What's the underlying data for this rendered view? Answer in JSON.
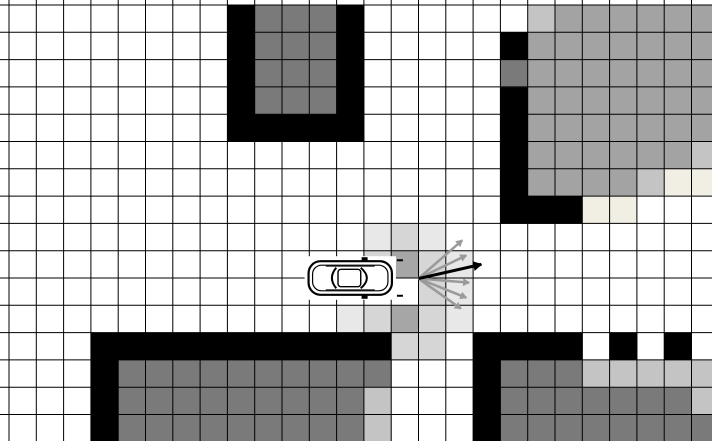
{
  "colors": {
    "free": "#ffffff",
    "wall": "#000000",
    "dark": "#7a7a7a",
    "mid": "#a3a3a3",
    "light": "#c4c4c4",
    "sensor_light": "#e8e8e8",
    "sensor_mid": "#d6d6d6",
    "sensor_dark": "#a6a6a6",
    "cream": "#f1eee3",
    "grid_line": "#000000",
    "car_body": "#ffffff",
    "car_outline": "#000000",
    "arrow_best": "#000000",
    "arrow_candidate": "#9a9a9a"
  },
  "grid": {
    "columns": 26,
    "rows": 16
  },
  "cell_groups": [
    {
      "color_key": "wall",
      "cells": [
        [
          8,
          0
        ],
        [
          8,
          1
        ],
        [
          8,
          2
        ],
        [
          8,
          3
        ],
        [
          8,
          4
        ],
        [
          9,
          4
        ],
        [
          10,
          4
        ],
        [
          11,
          4
        ],
        [
          12,
          4
        ],
        [
          12,
          0
        ],
        [
          12,
          1
        ],
        [
          12,
          2
        ],
        [
          12,
          3
        ],
        [
          18,
          1
        ],
        [
          18,
          3
        ],
        [
          18,
          4
        ],
        [
          18,
          5
        ],
        [
          18,
          6
        ],
        [
          18,
          7
        ],
        [
          19,
          7
        ],
        [
          20,
          7
        ],
        [
          3,
          12
        ],
        [
          4,
          12
        ],
        [
          5,
          12
        ],
        [
          6,
          12
        ],
        [
          7,
          12
        ],
        [
          8,
          12
        ],
        [
          9,
          12
        ],
        [
          10,
          12
        ],
        [
          11,
          12
        ],
        [
          12,
          12
        ],
        [
          13,
          12
        ],
        [
          3,
          13
        ],
        [
          3,
          14
        ],
        [
          3,
          15
        ],
        [
          17,
          12
        ],
        [
          18,
          12
        ],
        [
          19,
          12
        ],
        [
          20,
          12
        ],
        [
          17,
          13
        ],
        [
          17,
          14
        ],
        [
          17,
          15
        ],
        [
          22,
          12
        ],
        [
          24,
          12
        ]
      ]
    },
    {
      "color_key": "dark",
      "cells": [
        [
          9,
          0
        ],
        [
          10,
          0
        ],
        [
          11,
          0
        ],
        [
          9,
          1
        ],
        [
          10,
          1
        ],
        [
          11,
          1
        ],
        [
          9,
          2
        ],
        [
          10,
          2
        ],
        [
          11,
          2
        ],
        [
          9,
          3
        ],
        [
          10,
          3
        ],
        [
          11,
          3
        ],
        [
          18,
          2
        ],
        [
          4,
          13
        ],
        [
          5,
          13
        ],
        [
          6,
          13
        ],
        [
          7,
          13
        ],
        [
          8,
          13
        ],
        [
          9,
          13
        ],
        [
          10,
          13
        ],
        [
          11,
          13
        ],
        [
          12,
          13
        ],
        [
          13,
          13
        ],
        [
          4,
          14
        ],
        [
          5,
          14
        ],
        [
          6,
          14
        ],
        [
          7,
          14
        ],
        [
          8,
          14
        ],
        [
          9,
          14
        ],
        [
          10,
          14
        ],
        [
          11,
          14
        ],
        [
          12,
          14
        ],
        [
          4,
          15
        ],
        [
          5,
          15
        ],
        [
          6,
          15
        ],
        [
          7,
          15
        ],
        [
          8,
          15
        ],
        [
          9,
          15
        ],
        [
          10,
          15
        ],
        [
          11,
          15
        ],
        [
          12,
          15
        ],
        [
          18,
          13
        ],
        [
          19,
          13
        ],
        [
          20,
          13
        ],
        [
          18,
          14
        ],
        [
          19,
          14
        ],
        [
          20,
          14
        ],
        [
          21,
          14
        ],
        [
          22,
          14
        ],
        [
          23,
          14
        ],
        [
          24,
          14
        ],
        [
          18,
          15
        ],
        [
          19,
          15
        ],
        [
          20,
          15
        ],
        [
          21,
          15
        ],
        [
          22,
          15
        ],
        [
          23,
          15
        ],
        [
          24,
          15
        ],
        [
          25,
          15
        ]
      ]
    },
    {
      "color_key": "mid",
      "cells": [
        [
          20,
          0
        ],
        [
          21,
          0
        ],
        [
          22,
          0
        ],
        [
          23,
          0
        ],
        [
          24,
          0
        ],
        [
          25,
          0
        ],
        [
          19,
          1
        ],
        [
          20,
          1
        ],
        [
          21,
          1
        ],
        [
          22,
          1
        ],
        [
          23,
          1
        ],
        [
          24,
          1
        ],
        [
          25,
          1
        ],
        [
          19,
          2
        ],
        [
          20,
          2
        ],
        [
          21,
          2
        ],
        [
          22,
          2
        ],
        [
          23,
          2
        ],
        [
          24,
          2
        ],
        [
          25,
          2
        ],
        [
          19,
          3
        ],
        [
          20,
          3
        ],
        [
          21,
          3
        ],
        [
          22,
          3
        ],
        [
          23,
          3
        ],
        [
          24,
          3
        ],
        [
          25,
          3
        ],
        [
          19,
          4
        ],
        [
          20,
          4
        ],
        [
          21,
          4
        ],
        [
          22,
          4
        ],
        [
          23,
          4
        ],
        [
          24,
          4
        ],
        [
          25,
          4
        ],
        [
          19,
          5
        ],
        [
          20,
          5
        ],
        [
          21,
          5
        ],
        [
          22,
          5
        ],
        [
          23,
          5
        ],
        [
          24,
          5
        ],
        [
          19,
          6
        ],
        [
          20,
          6
        ],
        [
          21,
          6
        ],
        [
          22,
          6
        ]
      ]
    },
    {
      "color_key": "light",
      "cells": [
        [
          19,
          0
        ],
        [
          25,
          5
        ],
        [
          23,
          6
        ],
        [
          13,
          14
        ],
        [
          13,
          15
        ],
        [
          21,
          13
        ],
        [
          22,
          13
        ],
        [
          23,
          13
        ],
        [
          24,
          13
        ],
        [
          25,
          13
        ],
        [
          25,
          14
        ]
      ]
    },
    {
      "color_key": "cream",
      "cells": [
        [
          24,
          6
        ],
        [
          25,
          6
        ],
        [
          21,
          7
        ],
        [
          22,
          7
        ]
      ]
    },
    {
      "color_key": "sensor_light",
      "cells": [
        [
          13,
          8
        ],
        [
          15,
          8
        ],
        [
          16,
          9
        ],
        [
          16,
          10
        ],
        [
          16,
          11
        ],
        [
          12,
          11
        ]
      ]
    },
    {
      "color_key": "sensor_mid",
      "cells": [
        [
          14,
          8
        ],
        [
          13,
          9
        ],
        [
          15,
          9
        ],
        [
          13,
          11
        ],
        [
          15,
          10
        ],
        [
          15,
          11
        ],
        [
          14,
          12
        ],
        [
          15,
          12
        ]
      ]
    },
    {
      "color_key": "sensor_dark",
      "cells": [
        [
          14,
          9
        ],
        [
          14,
          11
        ]
      ]
    }
  ],
  "vehicle": {
    "car": {
      "col": 12.5,
      "row": 10,
      "length_cells": 3.2,
      "width_cells": 1.45
    },
    "arrows": {
      "origin": {
        "col": 15.0,
        "row": 10.02
      },
      "candidates": [
        {
          "dx_cells": 1.6,
          "dy_cells": -1.4
        },
        {
          "dx_cells": 1.75,
          "dy_cells": -0.85
        },
        {
          "dx_cells": 1.85,
          "dy_cells": 0.15
        },
        {
          "dx_cells": 1.75,
          "dy_cells": 0.7
        },
        {
          "dx_cells": 1.55,
          "dy_cells": 1.1
        }
      ],
      "best": {
        "dx_cells": 2.3,
        "dy_cells": -0.52
      }
    }
  }
}
